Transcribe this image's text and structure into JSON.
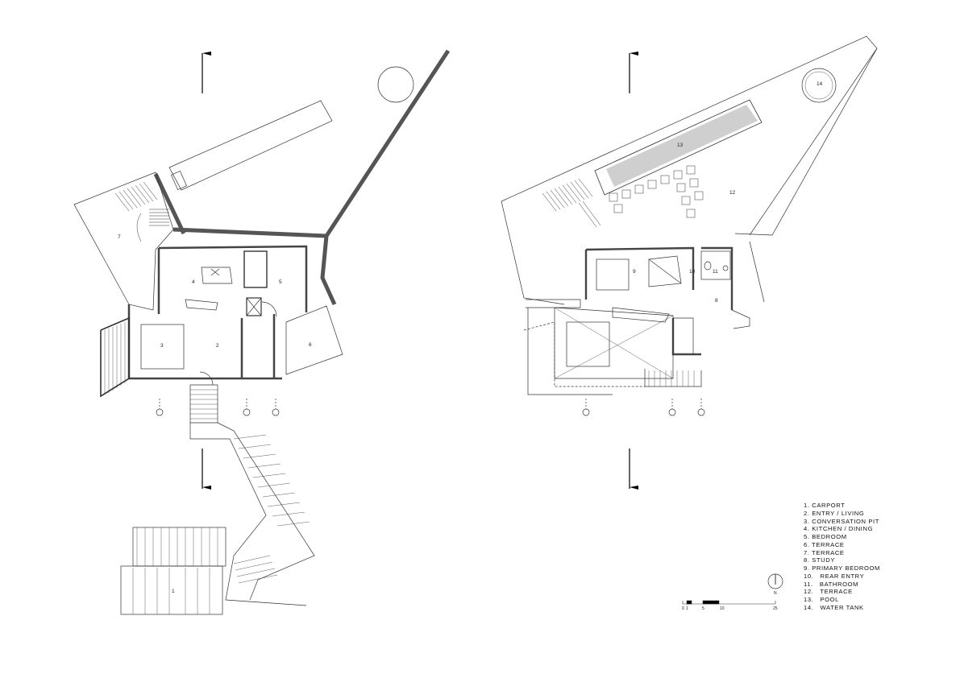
{
  "rooms": {
    "carport": "1",
    "entry_living": "2",
    "conversation_pit": "3",
    "kitchen_dining": "4",
    "bedroom": "5",
    "terrace_6": "6",
    "terrace_7": "7",
    "study": "8",
    "primary_bedroom": "9",
    "rear_entry": "10",
    "bathroom": "11",
    "terrace_12": "12",
    "pool": "13",
    "water_tank": "14"
  },
  "legend": [
    "1. CARPORT",
    "2. ENTRY / LIVING",
    "3. CONVERSATION PIT",
    "4. KITCHEN / DINING",
    "5. BEDROOM",
    "6. TERRACE",
    "7. TERRACE",
    "8. STUDY",
    "9. PRIMARY BEDROOM",
    "10.   REAR ENTRY",
    "11.   BATHROOM",
    "12.   TERRACE",
    "13.   POOL",
    "14.   WATER TANK"
  ],
  "scale_bar": {
    "ticks": [
      "0",
      "1",
      "5",
      "10",
      "25"
    ]
  },
  "north_arrow": {
    "label": "N",
    "icon": "north-arrow-icon"
  },
  "pool_fill_color": "#cfcfcf",
  "wall_color": "#555555"
}
